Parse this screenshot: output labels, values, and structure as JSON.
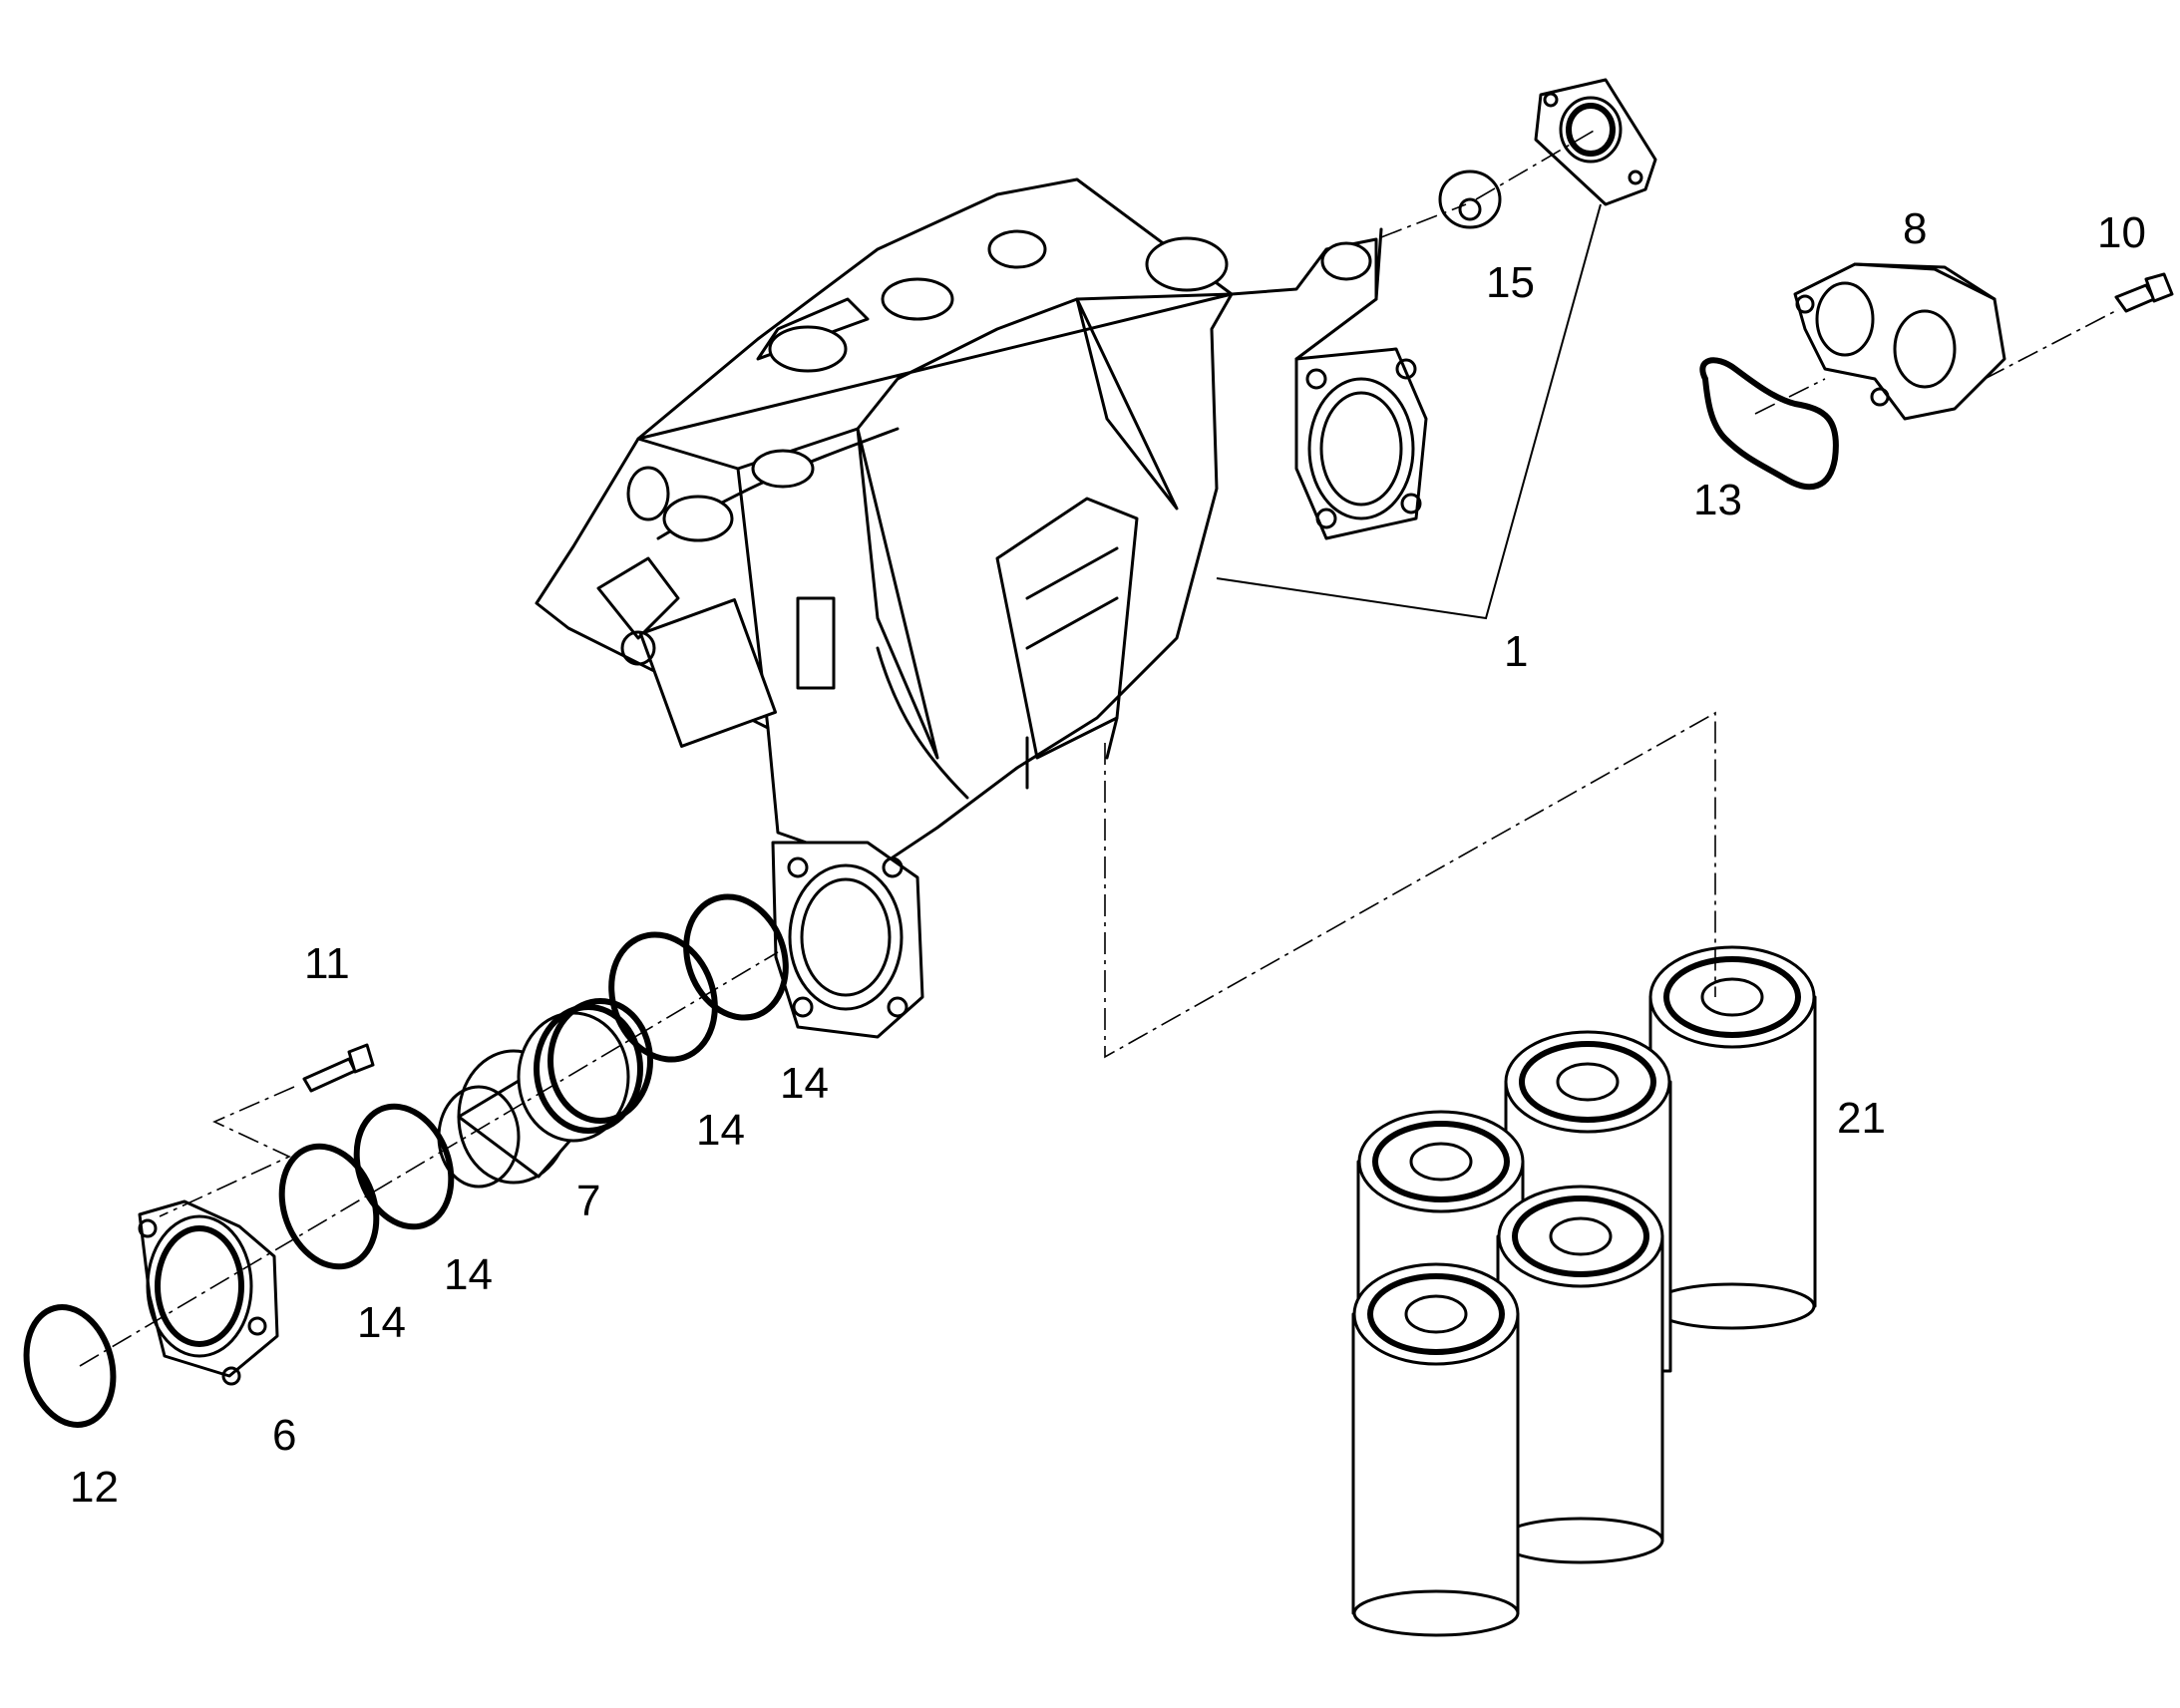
{
  "callouts": {
    "c1": "1",
    "c6": "6",
    "c7": "7",
    "c8": "8",
    "c10": "10",
    "c11": "11",
    "c12": "12",
    "c13": "13",
    "c14a": "14",
    "c14b": "14",
    "c14c": "14",
    "c14d": "14",
    "c15": "15",
    "c21": "21"
  }
}
